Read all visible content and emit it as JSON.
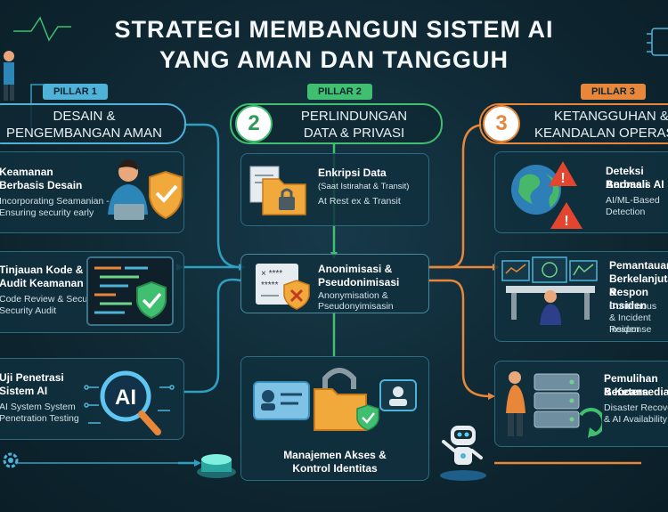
{
  "title_line1": "STRATEGI MEMBANGUN SISTEM AI",
  "title_line2": "YANG AMAN DAN TANGGUH",
  "pillars": [
    {
      "label": "PILLAR 1",
      "heading_line1": "DESAIN &",
      "heading_line2": "PENGEMBANGAN AMAN",
      "color": "#4fb3d9"
    },
    {
      "label": "PILLAR 2",
      "number": "2",
      "heading_line1": "PERLINDUNGAN",
      "heading_line2": "DATA & PRIVASI",
      "color": "#3fbf6f"
    },
    {
      "label": "PILLAR 3",
      "number": "3",
      "heading_line1": "KETANGGUHAN &",
      "heading_line2": "KEANDALAN OPERASI",
      "color": "#e8873a"
    }
  ],
  "left_cards": [
    {
      "t1a": "Keamanan",
      "t1b": "Berbasis Desain",
      "t2a": "Incorporating Seamanian -",
      "t2b": "Ensuring security early"
    },
    {
      "t1a": "Tinjauan Kode &",
      "t1b": "Audit Keamanan",
      "t2a": "Code Review & Security",
      "t2b": "Security Audit"
    },
    {
      "t1a": "Uji Penetrasi",
      "t1b": "Sistem AI",
      "t2a": "AI System System",
      "t2b": "Penetration Testing"
    }
  ],
  "center_cards": [
    {
      "t1": "Enkripsi Data",
      "t1b": "(Saat Istirahat & Transit)",
      "t2": "At Rest ex & Transit"
    },
    {
      "t1": "Anonimisasi &",
      "t1b": "Pseudonimisasi",
      "t2": "Anonymisation &",
      "t2b": "Pseudonyimisasin"
    },
    {
      "t1": "Manajemen Akses &",
      "t1b": "Kontrol Identitas"
    }
  ],
  "right_cards": [
    {
      "t1a": "Deteksi Anomali",
      "t1b": "Berbasis AI",
      "t2a": "AI/ML-Based",
      "t2b": "Detection"
    },
    {
      "t1a": "Pemantauan",
      "t1b": "Berkelanjutan &",
      "t1c": "Respon Insiden",
      "t2a": "Continuous",
      "t2b": "& Incident Response",
      "t2c": "Insiden"
    },
    {
      "t1a": "Pemulihan Bencana",
      "t1b": "& Ketersediaan",
      "t2a": "Disaster Recovery",
      "t2b": "& AI Availability"
    }
  ],
  "icons": {
    "person_shield": "person-with-shield-icon",
    "code_screen": "code-screen-icon",
    "ai_magnifier": "ai-magnifier-icon",
    "folder_lock": "encrypted-folder-icon",
    "document_x": "anonymised-document-icon",
    "id_card_lock": "id-card-lock-icon",
    "globe_alert": "globe-alert-icon",
    "control_room": "monitoring-desk-icon",
    "server_restore": "server-recovery-icon",
    "robot": "robot-icon"
  }
}
